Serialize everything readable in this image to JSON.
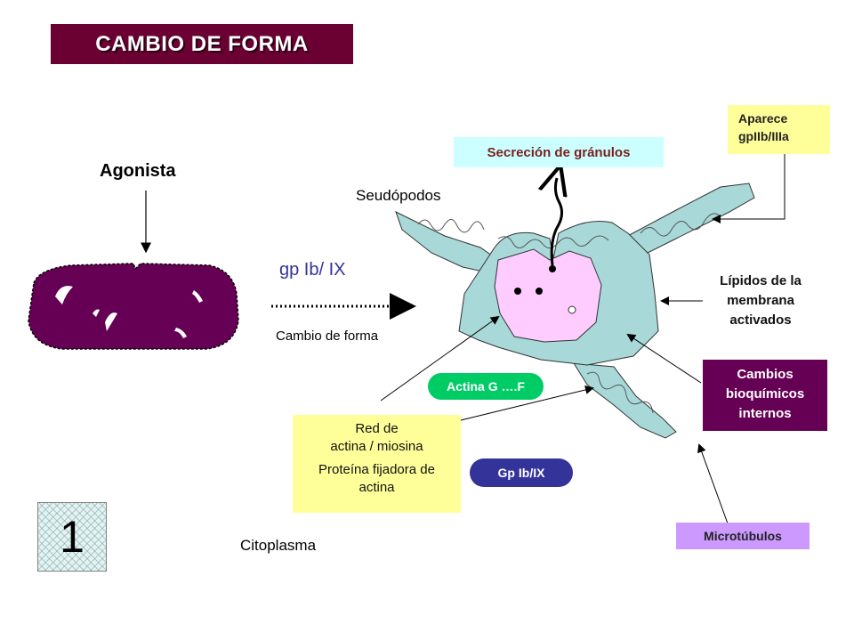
{
  "title": "CAMBIO DE FORMA",
  "labels": {
    "agonista": "Agonista",
    "gp_ib_ix": "gp Ib/ IX",
    "cambio_de_forma": "Cambio de forma",
    "seudopodos": "Seudópodos",
    "citoplasma": "Citoplasma",
    "lipidos": [
      "Lípidos de la",
      "membrana",
      "activados"
    ]
  },
  "boxes": {
    "secrecion": "Secreción de gránulos",
    "aparece": [
      "Aparece",
      "gpIIb/IIIa"
    ],
    "actina_g": "Actina G ….F",
    "cambios": [
      "Cambios",
      "bioquímicos",
      "internos"
    ],
    "red_actina": [
      "Red de",
      "actina / miosina",
      "Proteína fijadora de",
      "actina"
    ],
    "gp_ib_ix_oval": "Gp  Ib/IX",
    "microtubulos": "Microtúbulos",
    "slide_number": "1"
  },
  "colors": {
    "title_bg": "#6b0033",
    "platelet_resting": "#660055",
    "platelet_activated": "#a8d8d8",
    "granule_zone": "#ffccff",
    "secrecion_bg": "#ccffff",
    "note_yellow": "#ffff99",
    "actina_green": "#00cc66",
    "gp_oval_blue": "#333399",
    "microtubulos_violet": "#cc99ff"
  }
}
